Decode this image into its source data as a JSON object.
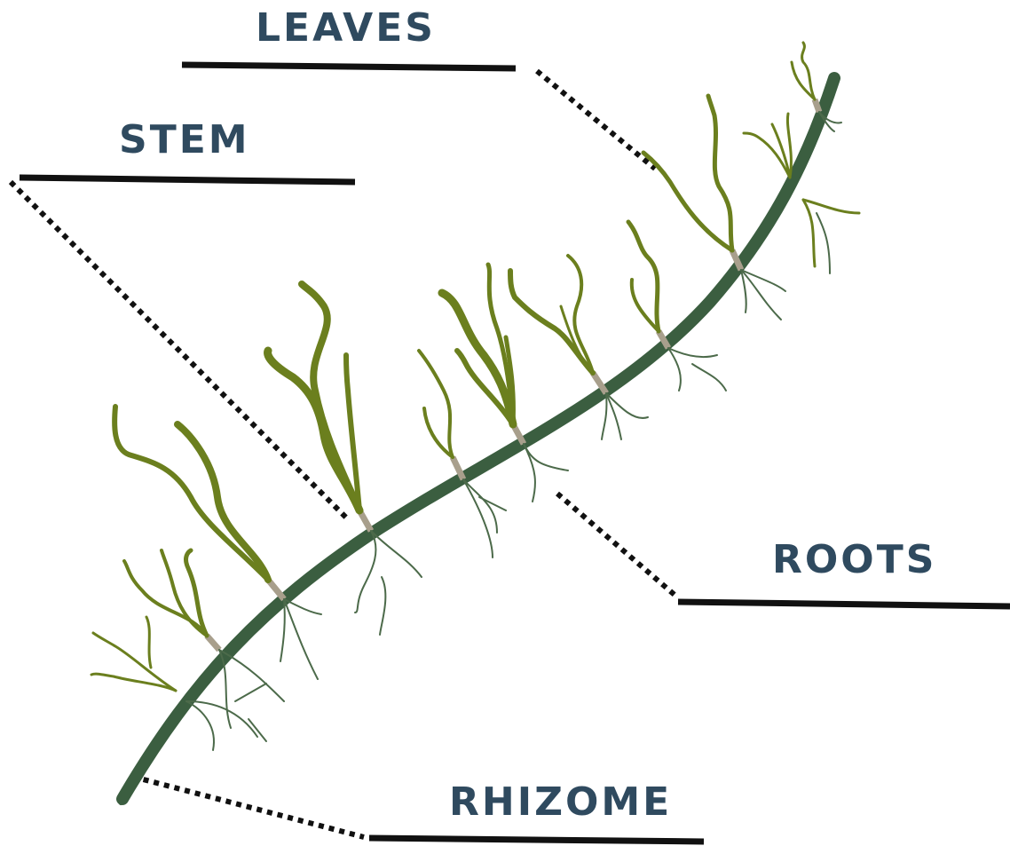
{
  "labels": {
    "leaves": "LEAVES",
    "stem": "STEM",
    "roots": "ROOTS",
    "rhizome": "RHIZOME"
  },
  "colors": {
    "label_text": "#2f4a5f",
    "rhizome": "#3b5e40",
    "leaf": "#6b7f1e",
    "stalk": "#a89f8c",
    "root": "#4c6a4a",
    "line": "#111111"
  }
}
